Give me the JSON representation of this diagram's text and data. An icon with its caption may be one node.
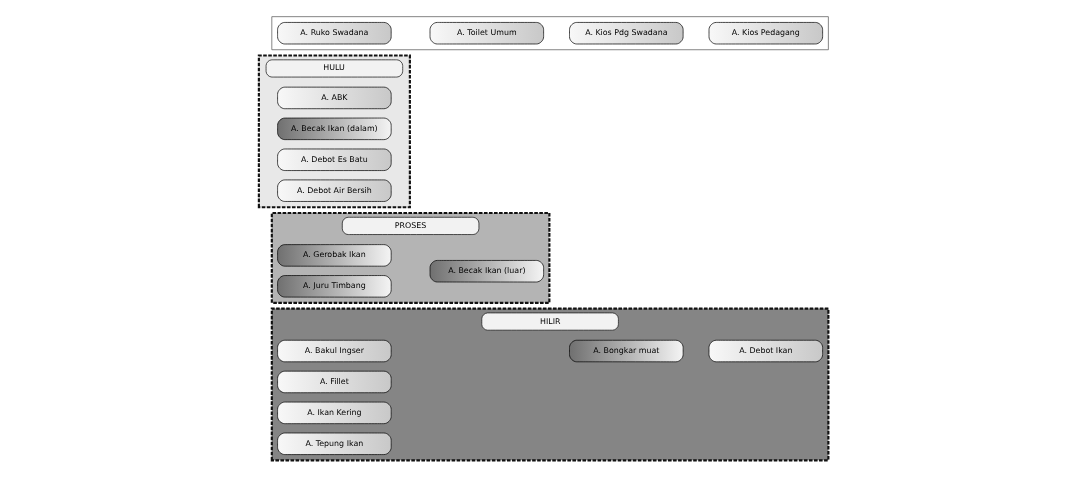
{
  "diagram": {
    "nodes": [
      {
        "text": [
          "HULU"
        ]
      },
      {
        "text": [
          "A. ABK"
        ],
        "in": 0
      },
      {
        "text": [
          "A. Becak Ikan (dalam)"
        ],
        "in": 0
      },
      {
        "text": [
          "A. Debot Es Batu"
        ],
        "in": 0
      },
      {
        "text": [
          "A. Debot Air Bersih"
        ],
        "in": 0
      },
      {
        "text": [
          "PROSES"
        ]
      },
      {
        "text": [
          "A. Becak Ikan (luar)"
        ],
        "in": 5
      },
      {
        "text": [
          "A. Gerobak Ikan"
        ],
        "in": 5
      },
      {
        "text": [
          "A. Juru Timbang"
        ],
        "in": 5
      },
      {
        "text": [
          "HILIR"
        ]
      },
      {
        "text": [
          "A. Bongkar muat"
        ],
        "in": 9
      },
      {
        "text": [
          "A. Debot Ikan"
        ],
        "in": 9
      },
      {
        "text": [
          "A. Bakul Ingser"
        ],
        "in": 9
      },
      {
        "text": [
          "A. Fillet"
        ],
        "in": 9
      },
      {
        "text": [
          "A. Ikan Kering"
        ],
        "in": 9
      },
      {
        "text": [
          "A. Tepung Ikan"
        ],
        "in": 9
      },
      {
        "text": [],
        "shape": "box"
      },
      {
        "text": [
          "A. Ruko Swadana"
        ],
        "in": 16
      },
      {
        "text": [
          "A. Toilet Umum"
        ],
        "in": 16
      },
      {
        "text": [
          "A. Kios Pdg Swadana"
        ],
        "in": 16
      },
      {
        "text": [
          "A. Kios Pedagang"
        ],
        "in": 16
      }
    ]
  }
}
